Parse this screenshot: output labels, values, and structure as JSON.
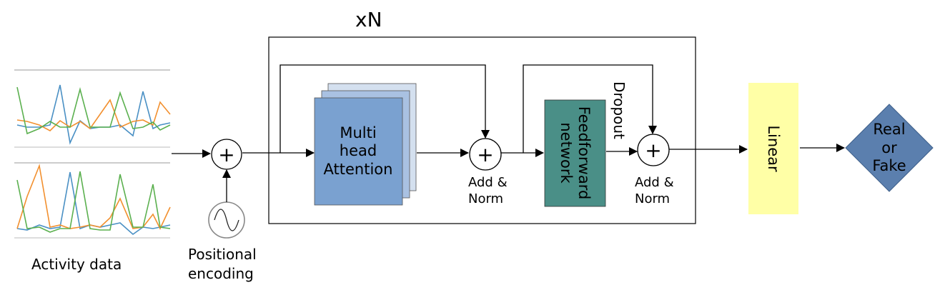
{
  "repeat_label": "xN",
  "input": {
    "caption": "Activity data",
    "series_colors": [
      "#4a90c4",
      "#f2902f",
      "#5bb04f"
    ]
  },
  "positional_encoding": {
    "line1": "Positional",
    "line2": "encoding"
  },
  "attention": {
    "line1": "Multi",
    "line2": "head",
    "line3": "Attention",
    "color": "#7aa1d0"
  },
  "add_norm_1": {
    "line1": "Add &",
    "line2": "Norm"
  },
  "feedforward": {
    "line1": "Feedforward",
    "line2": "network",
    "color": "#4a8f87"
  },
  "dropout_label": "Dropout",
  "add_norm_2": {
    "line1": "Add &",
    "line2": "Norm"
  },
  "linear": {
    "label": "Linear",
    "color": "#ffffa6"
  },
  "output": {
    "line1": "Real",
    "line2": "or",
    "line3": "Fake",
    "color": "#5b7fae"
  },
  "plus_symbol": "+"
}
